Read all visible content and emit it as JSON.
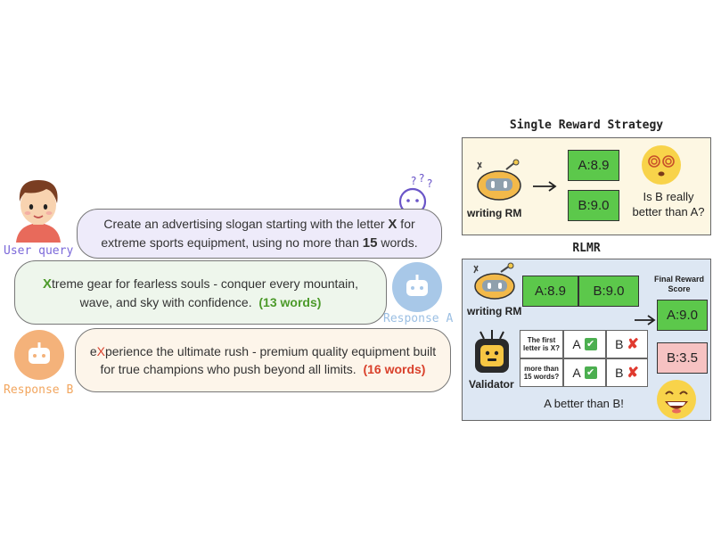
{
  "left": {
    "user_label": "User query",
    "query": {
      "pre": "Create an advertising slogan starting with the letter ",
      "letter": "X",
      "mid": " for extreme sports equipment, using no more than ",
      "num": "15",
      "post": " words."
    },
    "response_a": {
      "label": "Response A",
      "first": "X",
      "text": "treme gear for fearless souls - conquer every mountain, wave, and sky with confidence.",
      "count": "(13 words)"
    },
    "response_b": {
      "label": "Response B",
      "first_lower": "e",
      "first_upper": "X",
      "text": "perience the ultimate rush - premium quality equipment built for true champions who push beyond all limits.",
      "count": "(16 words)"
    }
  },
  "single": {
    "title": "Single Reward Strategy",
    "rm_label": "writing RM",
    "score_a": "A:8.9",
    "score_b": "B:9.0",
    "question": "Is B really better than A?"
  },
  "rlmr": {
    "title": "RLMR",
    "rm_label": "writing RM",
    "score_a": "A:8.9",
    "score_b": "B:9.0",
    "final_label": "Final Reward Score",
    "final_a": "A:9.0",
    "final_b": "B:3.5",
    "validator_label": "Validator",
    "check1": "The first letter is X?",
    "check2": "more than 15 words?",
    "a_letter": "A",
    "b_letter": "B",
    "conclusion": "A better than B!"
  },
  "colors": {
    "single_bg": "#fdf7e3",
    "rlmr_bg": "#dde7f3",
    "green_box": "#5cc84b",
    "pink_box": "#f6c2c2",
    "user_label": "#7b68d9",
    "response_a_label": "#9bbfe3",
    "response_b_label": "#f2a65f",
    "highlight_green": "#4c9a2a",
    "highlight_red": "#d9402b"
  }
}
